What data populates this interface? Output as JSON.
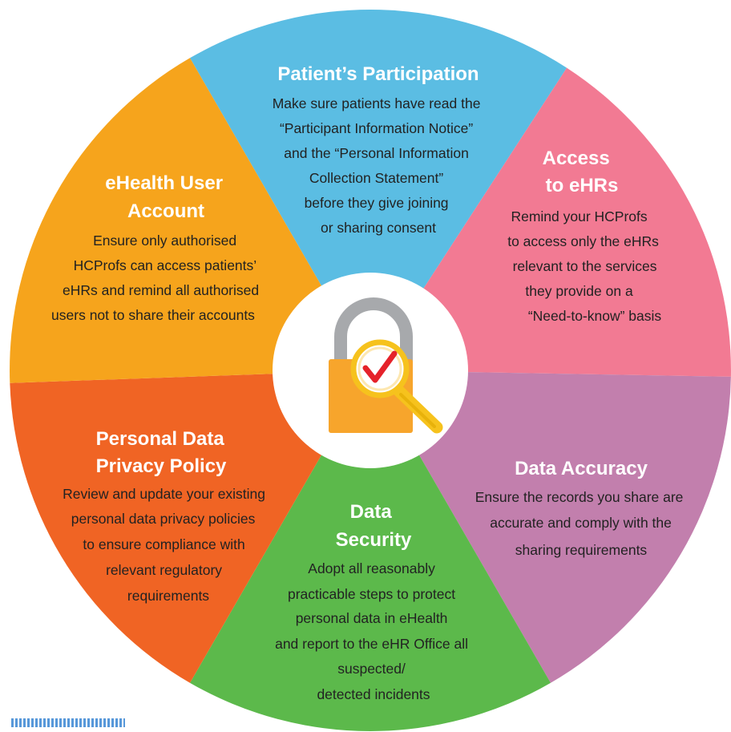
{
  "segments": [
    {
      "id": "patients-participation",
      "color": "#5bbde3",
      "title": [
        "Patient’s Participation"
      ],
      "body": [
        "Make sure patients have read the",
        "“Participant Information Notice”",
        "and the “Personal Information",
        "Collection Statement”",
        "before they give joining",
        "or sharing consent"
      ]
    },
    {
      "id": "access-to-ehrs",
      "color": "#f27a93",
      "title": [
        "Access",
        "to eHRs"
      ],
      "body": [
        "Remind your HCProfs",
        "to access only the eHRs",
        "relevant to the services",
        "they provide on a",
        "“Need-to-know” basis"
      ]
    },
    {
      "id": "data-accuracy",
      "color": "#c27fad",
      "title": [
        "Data Accuracy"
      ],
      "body": [
        "Ensure the records you share are",
        "accurate and comply with the",
        "sharing requirements"
      ]
    },
    {
      "id": "data-security",
      "color": "#5cb94b",
      "title": [
        "Data",
        "Security"
      ],
      "body": [
        "Adopt all reasonably",
        "practicable steps to protect",
        "personal data in eHealth",
        "and report to the eHR Office all",
        "suspected/",
        "detected incidents"
      ]
    },
    {
      "id": "personal-data-privacy-policy",
      "color": "#f06424",
      "title": [
        "Personal Data",
        "Privacy Policy"
      ],
      "body": [
        "Review and update your existing",
        "personal data privacy policies",
        "to ensure compliance with",
        "relevant regulatory",
        "requirements"
      ]
    },
    {
      "id": "ehealth-user-account",
      "color": "#f6a41c",
      "title": [
        "eHealth User",
        "Account"
      ],
      "body": [
        "Ensure only authorised",
        "HCProfs can access patients’",
        "eHRs and remind all authorised",
        "users not to share their accounts"
      ]
    }
  ],
  "center_icon": "padlock-with-magnifier-check-icon",
  "colors": {
    "center_bg": "#ffffff",
    "lock_body": "#f7a52c",
    "lock_shackle": "#a7a9ac",
    "magnifier_ring": "#f6c21d",
    "check": "#e5222a"
  }
}
